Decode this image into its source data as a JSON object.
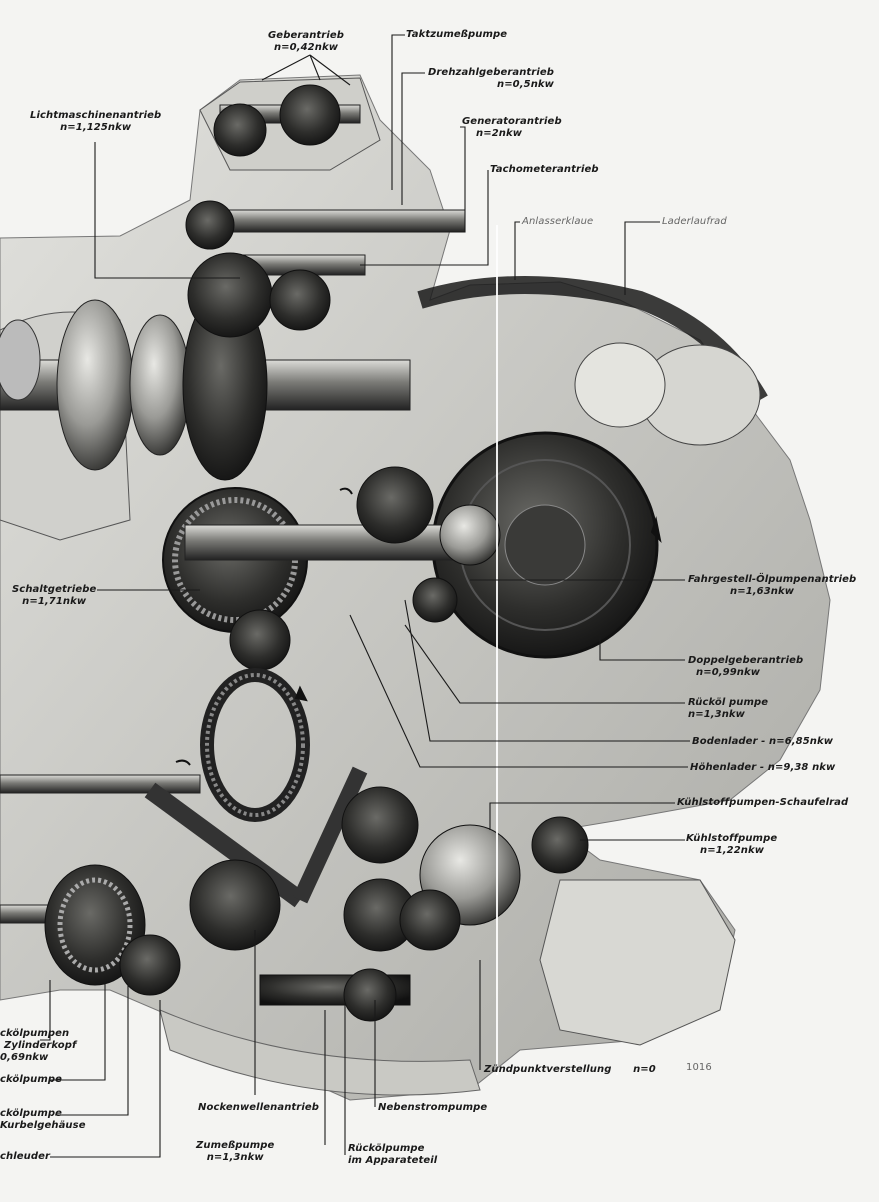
{
  "labels": {
    "geberantrieb": "Geberantrieb",
    "geberantrieb_n": "n=0,42nkw",
    "taktzumesspumpe": "Taktzumeßpumpe",
    "drehzahlgeberantrieb": "Drehzahlgeberantrieb",
    "drehzahlgeberantrieb_n": "n=0,5nkw",
    "lichtmaschinenantrieb": "Lichtmaschinenantrieb",
    "lichtmaschinenantrieb_n": "n=1,125nkw",
    "generatorantrieb": "Generatorantrieb",
    "generatorantrieb_n": "n=2nkw",
    "tachometerantrieb": "Tachometerantrieb",
    "anlasserklaue": "Anlasserklaue",
    "laderlaufrad": "Laderlaufrad",
    "schaltgetriebe": "Schaltgetriebe",
    "schaltgetriebe_n": "n=1,71nkw",
    "fahrgestell": "Fahrgestell-Ölpumpenantrieb",
    "fahrgestell_n": "n=1,63nkw",
    "doppelgeber": "Doppelgeberantrieb",
    "doppelgeber_n": "n=0,99nkw",
    "rueckoelpumpe_r": "Rücköl pumpe",
    "rueckoelpumpe_r_n": "n=1,3nkw",
    "bodenlader": "Bodenlader - n=6,85nkw",
    "hoehenlader": "Höhenlader - n=9,38 nkw",
    "kuehlstoff_schaufelrad": "Kühlstoffpumpen-Schaufelrad",
    "kuehlstoffpumpe": "Kühlstoffpumpe",
    "kuehlstoffpumpe_n": "n=1,22nkw",
    "zuendpunkt": "Zündpunktverstellung",
    "zuendpunkt_n": "n=0",
    "figure_number": "1016",
    "nebenstrompumpe": "Nebenstrompumpe",
    "nockenwellenantrieb": "Nockenwellenantrieb",
    "zumesspumpe": "Zumeßpumpe",
    "zumesspumpe_n": "n=1,3nkw",
    "rueckoel_apparate_1": "Rückölpumpe",
    "rueckoel_apparate_2": "im Apparateteil",
    "left_zylinder_1": "ckölpumpen",
    "left_zylinder_2": "Zylinderkopf",
    "left_zylinder_3": "0,69nkw",
    "left_rueckoel": "ckölpumpe",
    "left_kurbel_1": "ckölpumpe",
    "left_kurbel_2": "Kurbelgehäuse",
    "left_schleuder": "chleuder"
  }
}
